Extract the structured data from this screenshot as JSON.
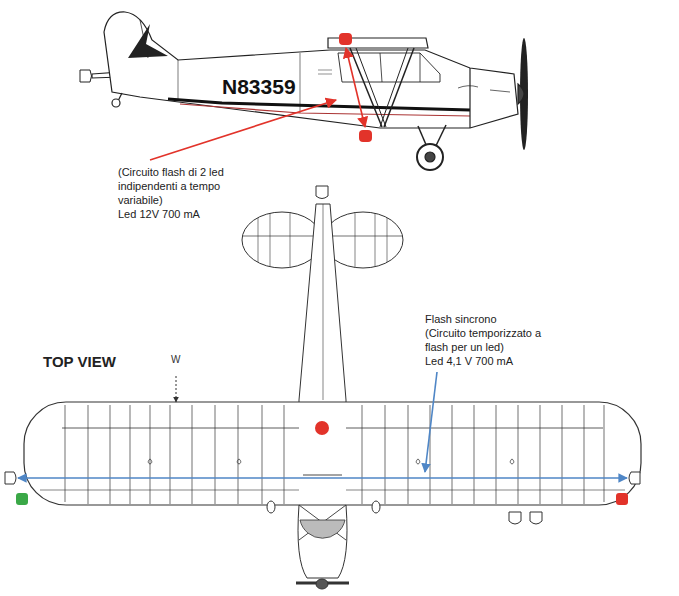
{
  "diagram": {
    "labels": [
      "N83359",
      "(Circuito flash di 2 led indipendenti a tempo variabile)",
      "Led 12V 700 mA",
      "Flash sincrono",
      "(Circuito temporizzato a flash per un led)",
      "Led 4,1 V 700 mA",
      "TOP VIEW",
      "W"
    ]
  }
}
